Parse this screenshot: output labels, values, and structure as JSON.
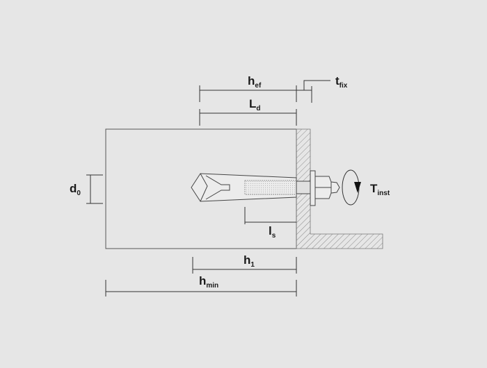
{
  "labels": {
    "hef": {
      "main": "h",
      "sub": "ef"
    },
    "tfix": {
      "main": "t",
      "sub": "fix"
    },
    "ld": {
      "main": "L",
      "sub": "d"
    },
    "d0": {
      "main": "d",
      "sub": "0"
    },
    "tinst": {
      "main": "T",
      "sub": "inst"
    },
    "ls": {
      "main": "l",
      "sub": "s"
    },
    "h1": {
      "main": "h",
      "sub": "1"
    },
    "hmin": {
      "main": "h",
      "sub": "min"
    }
  },
  "colors": {
    "background": "#e6e6e6",
    "line": "#333333",
    "hatch": "#8a8a8a"
  }
}
